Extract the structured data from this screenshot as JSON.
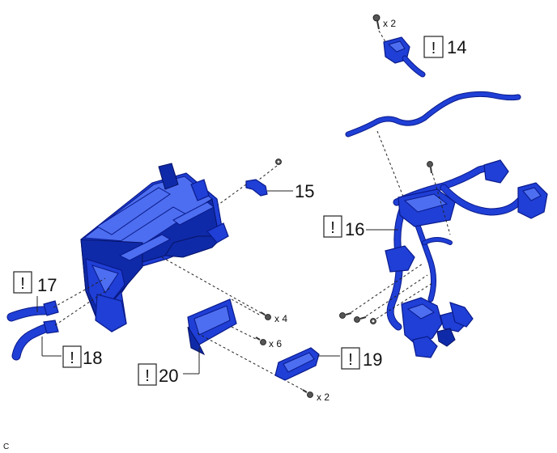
{
  "callouts": {
    "c14": "14",
    "c15": "15",
    "c16": "16",
    "c17": "17",
    "c18": "18",
    "c19": "19",
    "c20": "20"
  },
  "caution_symbol": "!",
  "quantities": {
    "q_top": "x 2",
    "q_x4": "x 4",
    "q_x6": "x 6",
    "q_bottom": "x 2"
  },
  "corner_label": "C",
  "colors": {
    "part_blue": "#1f3fd6",
    "outline": "#0a1a8a"
  }
}
